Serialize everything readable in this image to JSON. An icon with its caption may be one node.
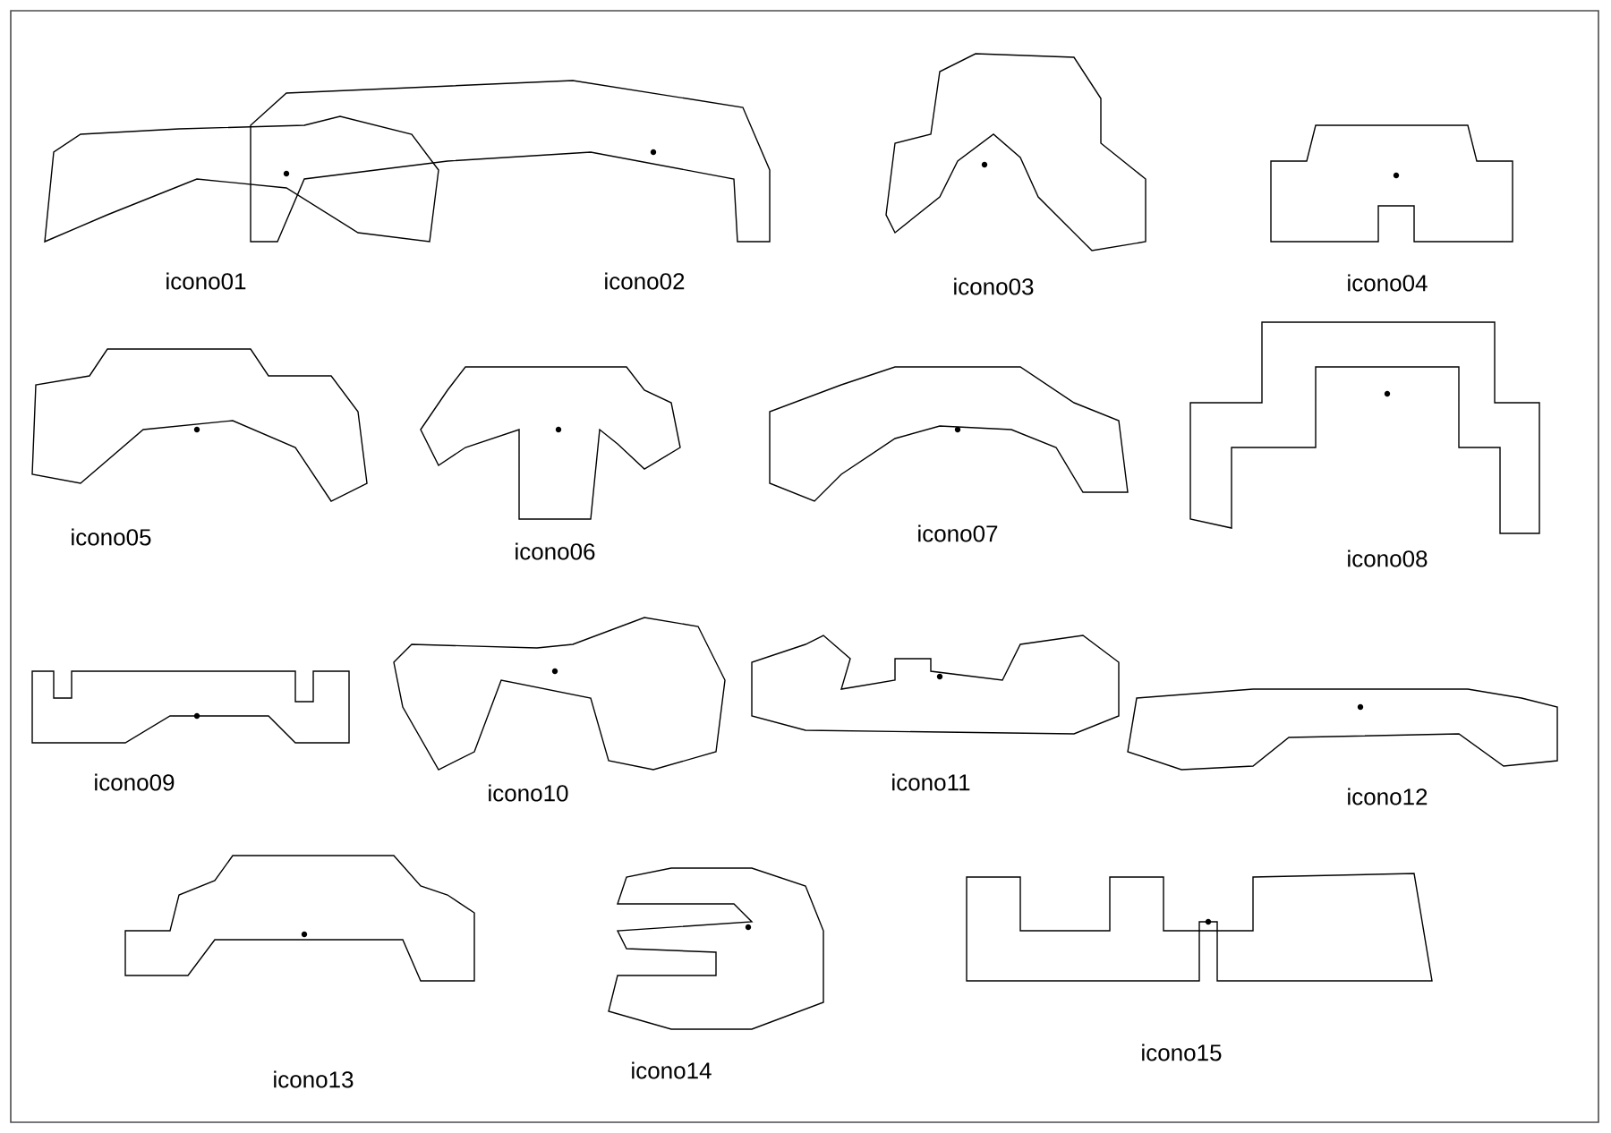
{
  "diagram": {
    "labels": [
      "icono01",
      "icono02",
      "icono03",
      "icono04",
      "icono05",
      "icono06",
      "icono07",
      "icono08",
      "icono09",
      "icono10",
      "icono11",
      "icono12",
      "icono13",
      "icono14",
      "icono15"
    ]
  }
}
